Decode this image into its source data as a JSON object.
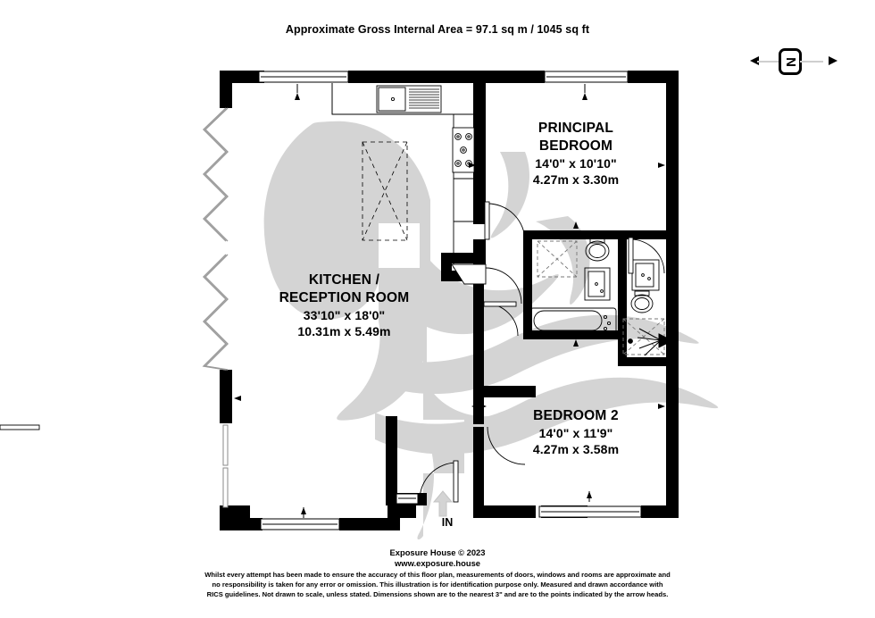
{
  "title": "Approximate Gross Internal Area = 97.1 sq m / 1045 sq ft",
  "compass": {
    "letter": "N",
    "name": "north-indicator"
  },
  "rooms": [
    {
      "key": "principal_bedroom",
      "name": "PRINCIPAL BEDROOM",
      "name_line1": "PRINCIPAL",
      "name_line2": "BEDROOM",
      "imperial": "14'0\" x 10'10\"",
      "metric": "4.27m x 3.30m"
    },
    {
      "key": "kitchen_reception",
      "name": "KITCHEN / RECEPTION ROOM",
      "name_line1": "KITCHEN /",
      "name_line2": "RECEPTION ROOM",
      "imperial": "33'10\" x 18'0\"",
      "metric": "10.31m x 5.49m"
    },
    {
      "key": "bedroom_2",
      "name": "BEDROOM 2",
      "name_line1": "BEDROOM 2",
      "name_line2": "",
      "imperial": "14'0\" x 11'9\"",
      "metric": "4.27m x 3.58m"
    }
  ],
  "entrance": {
    "label": "IN"
  },
  "footer": {
    "company": "Exposure House © 2023",
    "website": "www.exposure.house",
    "disclaimer_line1": "Whilst every attempt has been made to ensure the accuracy of this floor plan, measurements of doors, windows and rooms are approximate and",
    "disclaimer_line2": "no responsibility is taken for any error or omission. This illustration is for identification purpose only. Measured and drawn accordance with",
    "disclaimer_line3": "RICS guidelines. Not drawn to scale, unless stated. Dimensions shown are to the nearest 3\" and are to the points indicated by the arrow heads."
  },
  "colors": {
    "wall": "#000000",
    "watermark": "#d4d4d4",
    "fixture_stroke": "#000000",
    "background": "#ffffff"
  },
  "fixtures": [
    "kitchen-sink",
    "kitchen-hob",
    "kitchen-counter",
    "kitchen-island",
    "bathtub",
    "wc-toilet",
    "wash-basin",
    "shower-tray",
    "ensuite-wc",
    "ensuite-basin",
    "ensuite-shower"
  ]
}
